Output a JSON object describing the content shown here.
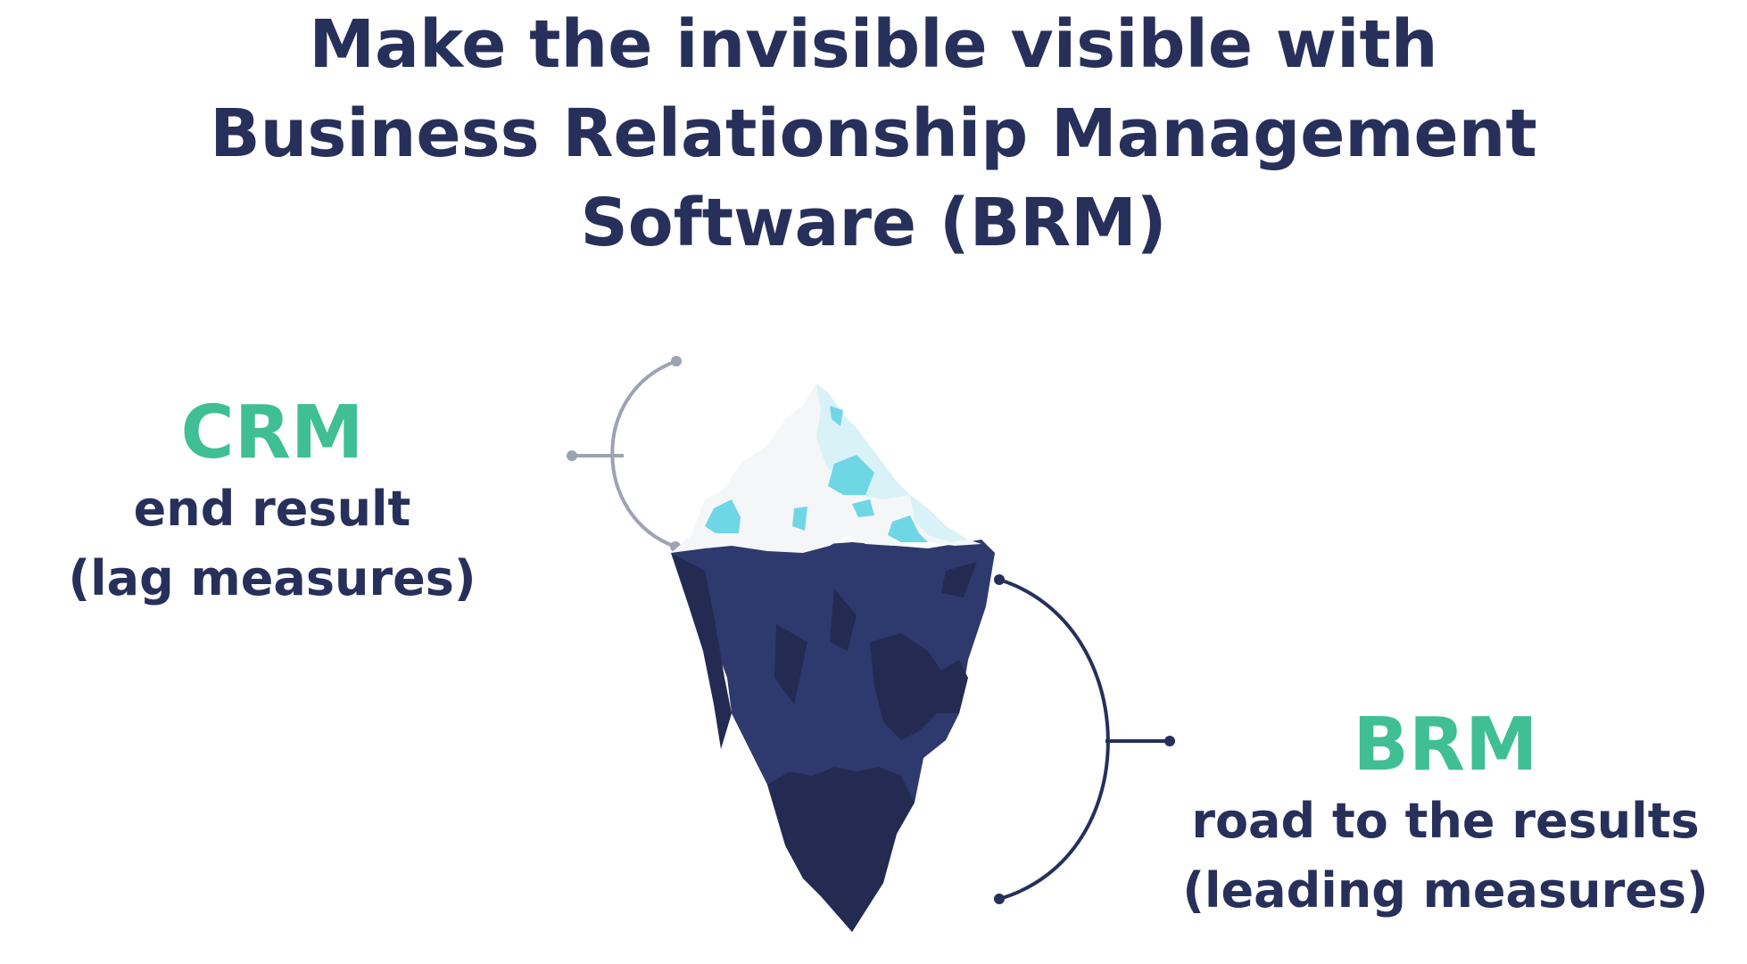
{
  "title": {
    "lines": [
      "Make the invisible visible with",
      "Business Relationship Management",
      "Software (BRM)"
    ]
  },
  "crm": {
    "name": "CRM",
    "lines": [
      "end result",
      "(lag measures)"
    ]
  },
  "brm": {
    "name": "BRM",
    "lines": [
      "road to the results",
      "(leading measures)"
    ]
  },
  "colors": {
    "title_text": "#27305a",
    "accent_green": "#3fbf93",
    "iceberg_dark": "#2e3a6e",
    "iceberg_shadow": "#232b52",
    "ice_white": "#f4f6f7",
    "ice_light_cyan": "#d8f2f7",
    "ice_cyan": "#6fd6e6",
    "bracket_light": "#9ea3b3",
    "bracket_dark": "#27305a"
  },
  "icons": [
    "iceberg-illustration",
    "tip-bracket",
    "underwater-bracket"
  ]
}
